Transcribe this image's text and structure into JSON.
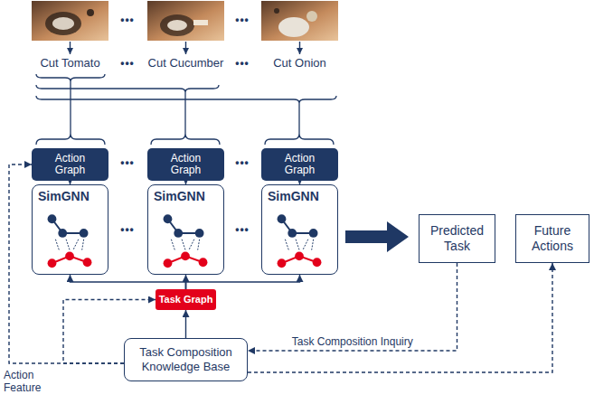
{
  "diagram": {
    "nodes": [
      {
        "text": [
          "Action Graph"
        ]
      },
      {
        "text": [
          "Action Graph"
        ]
      },
      {
        "text": [
          "Action Graph"
        ]
      },
      {
        "text": [
          "SimGNN"
        ]
      },
      {
        "text": [
          "SimGNN"
        ]
      },
      {
        "text": [
          "SimGNN"
        ]
      },
      {
        "text": [
          "Predicted Task"
        ]
      },
      {
        "text": [
          "Future Actions"
        ]
      },
      {
        "text": [
          "Task Graph"
        ]
      },
      {
        "text": [
          "Task Composition Knowledge Base"
        ]
      }
    ],
    "edges": [
      {
        "from": 0,
        "to": 3,
        "arrow": "to"
      },
      {
        "from": 1,
        "to": 4,
        "arrow": "to"
      },
      {
        "from": 2,
        "to": 5,
        "arrow": "to"
      },
      {
        "from": 8,
        "to": 3,
        "arrow": "to"
      },
      {
        "from": 8,
        "to": 4,
        "arrow": "to"
      },
      {
        "from": 8,
        "to": 5,
        "arrow": "to"
      },
      {
        "from": 9,
        "to": 8,
        "arrow": "to"
      },
      {
        "from": 9,
        "to": 8,
        "arrow": "to"
      },
      {
        "from": 9,
        "to": 0,
        "arrow": "to"
      },
      {
        "from": 6,
        "to": 9,
        "label": "Task Composition Inquiry",
        "arrow": "to"
      },
      {
        "from": 9,
        "to": 7,
        "arrow": "to"
      }
    ],
    "labels": [
      "•••",
      "•••",
      "Cut Tomato",
      "•••",
      "Cut Cucumber",
      "•••",
      "Cut Onion",
      "•••",
      "•••",
      "•••",
      "•••",
      "Action Feature"
    ]
  }
}
